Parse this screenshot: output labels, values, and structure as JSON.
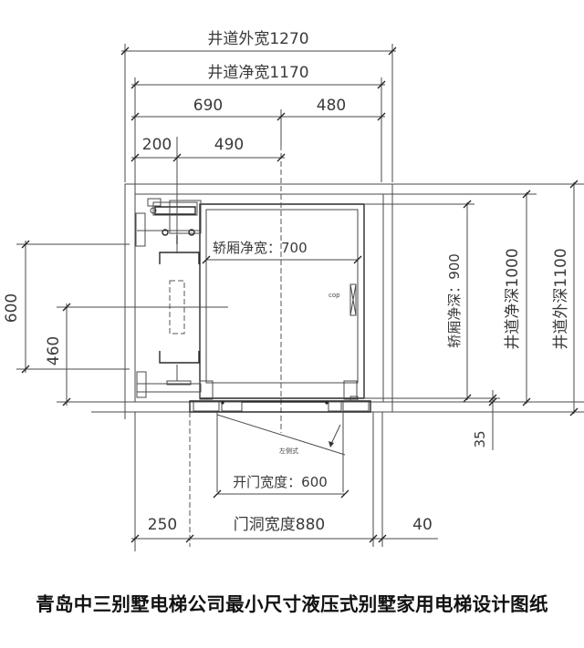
{
  "drawing": {
    "dims_top": {
      "shaft_outer_width": "井道外宽1270",
      "shaft_clear_width": "井道净宽1170",
      "left_segment": "690",
      "right_segment": "480",
      "rail_offset": "200",
      "rail_to_center": "490"
    },
    "dims_right": {
      "car_clear_depth": "轿厢净深：900",
      "shaft_clear_depth": "井道净深1000",
      "shaft_outer_depth": "井道外深1100",
      "sill_gap": "35"
    },
    "dims_left": {
      "outer_bracket": "600",
      "inner_bracket": "460"
    },
    "dims_inside": {
      "car_clear_width": "轿厢净宽：700",
      "cop_label": "cop",
      "door_type_label": "左侧式"
    },
    "dims_bottom": {
      "door_open_width": "开门宽度：600",
      "left_wall": "250",
      "door_opening_width": "门洞宽度880",
      "right_wall": "40"
    }
  },
  "caption": {
    "title": "青岛中三别墅电梯公司最小尺寸液压式别墅家用电梯设计图纸"
  }
}
